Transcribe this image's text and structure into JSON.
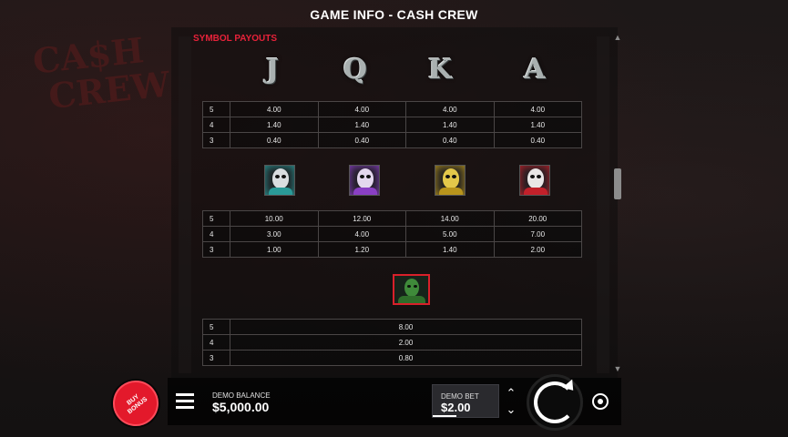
{
  "title": "GAME INFO - CASH CREW",
  "section_title": "SYMBOL PAYOUTS",
  "letters": [
    "J",
    "Q",
    "K",
    "A"
  ],
  "letter_table": {
    "rows": [
      {
        "count": "5",
        "values": [
          "4.00",
          "4.00",
          "4.00",
          "4.00"
        ]
      },
      {
        "count": "4",
        "values": [
          "1.40",
          "1.40",
          "1.40",
          "1.40"
        ]
      },
      {
        "count": "3",
        "values": [
          "0.40",
          "0.40",
          "0.40",
          "0.40"
        ]
      }
    ]
  },
  "masks": [
    {
      "name": "teal-mask-icon",
      "face": "#d9dde0",
      "accent": "#2a9a98"
    },
    {
      "name": "purple-mask-icon",
      "face": "#e4d8ee",
      "accent": "#8a3fc4"
    },
    {
      "name": "gold-mask-icon",
      "face": "#e3c84a",
      "accent": "#b8941c"
    },
    {
      "name": "red-mask-icon",
      "face": "#e9e6e6",
      "accent": "#c2202a"
    }
  ],
  "mask_table": {
    "rows": [
      {
        "count": "5",
        "values": [
          "10.00",
          "12.00",
          "14.00",
          "20.00"
        ]
      },
      {
        "count": "4",
        "values": [
          "3.00",
          "4.00",
          "5.00",
          "7.00"
        ]
      },
      {
        "count": "3",
        "values": [
          "1.00",
          "1.20",
          "1.40",
          "2.00"
        ]
      }
    ]
  },
  "wild_table": {
    "rows": [
      {
        "count": "5",
        "value": "8.00"
      },
      {
        "count": "4",
        "value": "2.00"
      },
      {
        "count": "3",
        "value": "0.80"
      }
    ]
  },
  "bottom": {
    "buy_bonus_line1": "BUY",
    "buy_bonus_line2": "BONUS",
    "balance_label": "DEMO BALANCE",
    "balance_value": "$5,000.00",
    "bet_label": "DEMO BET",
    "bet_value": "$2.00"
  },
  "colors": {
    "accent_red": "#e3192b",
    "section_title": "#e8223a",
    "wild_border": "#d8202a"
  }
}
